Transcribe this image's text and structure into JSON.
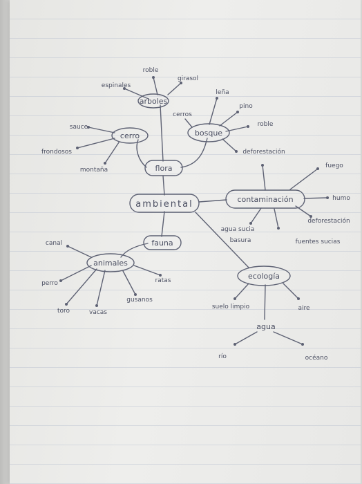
{
  "diagram": {
    "central": "ambiental",
    "nodes": {
      "flora": "flora",
      "arboles": "arboles",
      "cerro": "cerro",
      "bosque": "bosque",
      "fauna": "fauna",
      "animales": "animales",
      "contaminacion": "contaminación",
      "ecologia": "ecología",
      "agua": "agua"
    },
    "leaves": {
      "arboles": [
        "espinales",
        "roble",
        "girasol"
      ],
      "cerro": [
        "sauce",
        "frondosos",
        "montaña"
      ],
      "bosque": [
        "cerros",
        "leña",
        "pino",
        "roble",
        "deforestación"
      ],
      "animales": [
        "canal",
        "perro",
        "toro",
        "vacas",
        "gusanos",
        "ratas"
      ],
      "contaminacion": [
        "fuego",
        "humo",
        "deforestación",
        "agua sucia",
        "basura",
        "fuentes sucias"
      ],
      "ecologia": [
        "suelo limpio",
        "aire"
      ],
      "agua": [
        "río",
        "océano"
      ]
    }
  }
}
